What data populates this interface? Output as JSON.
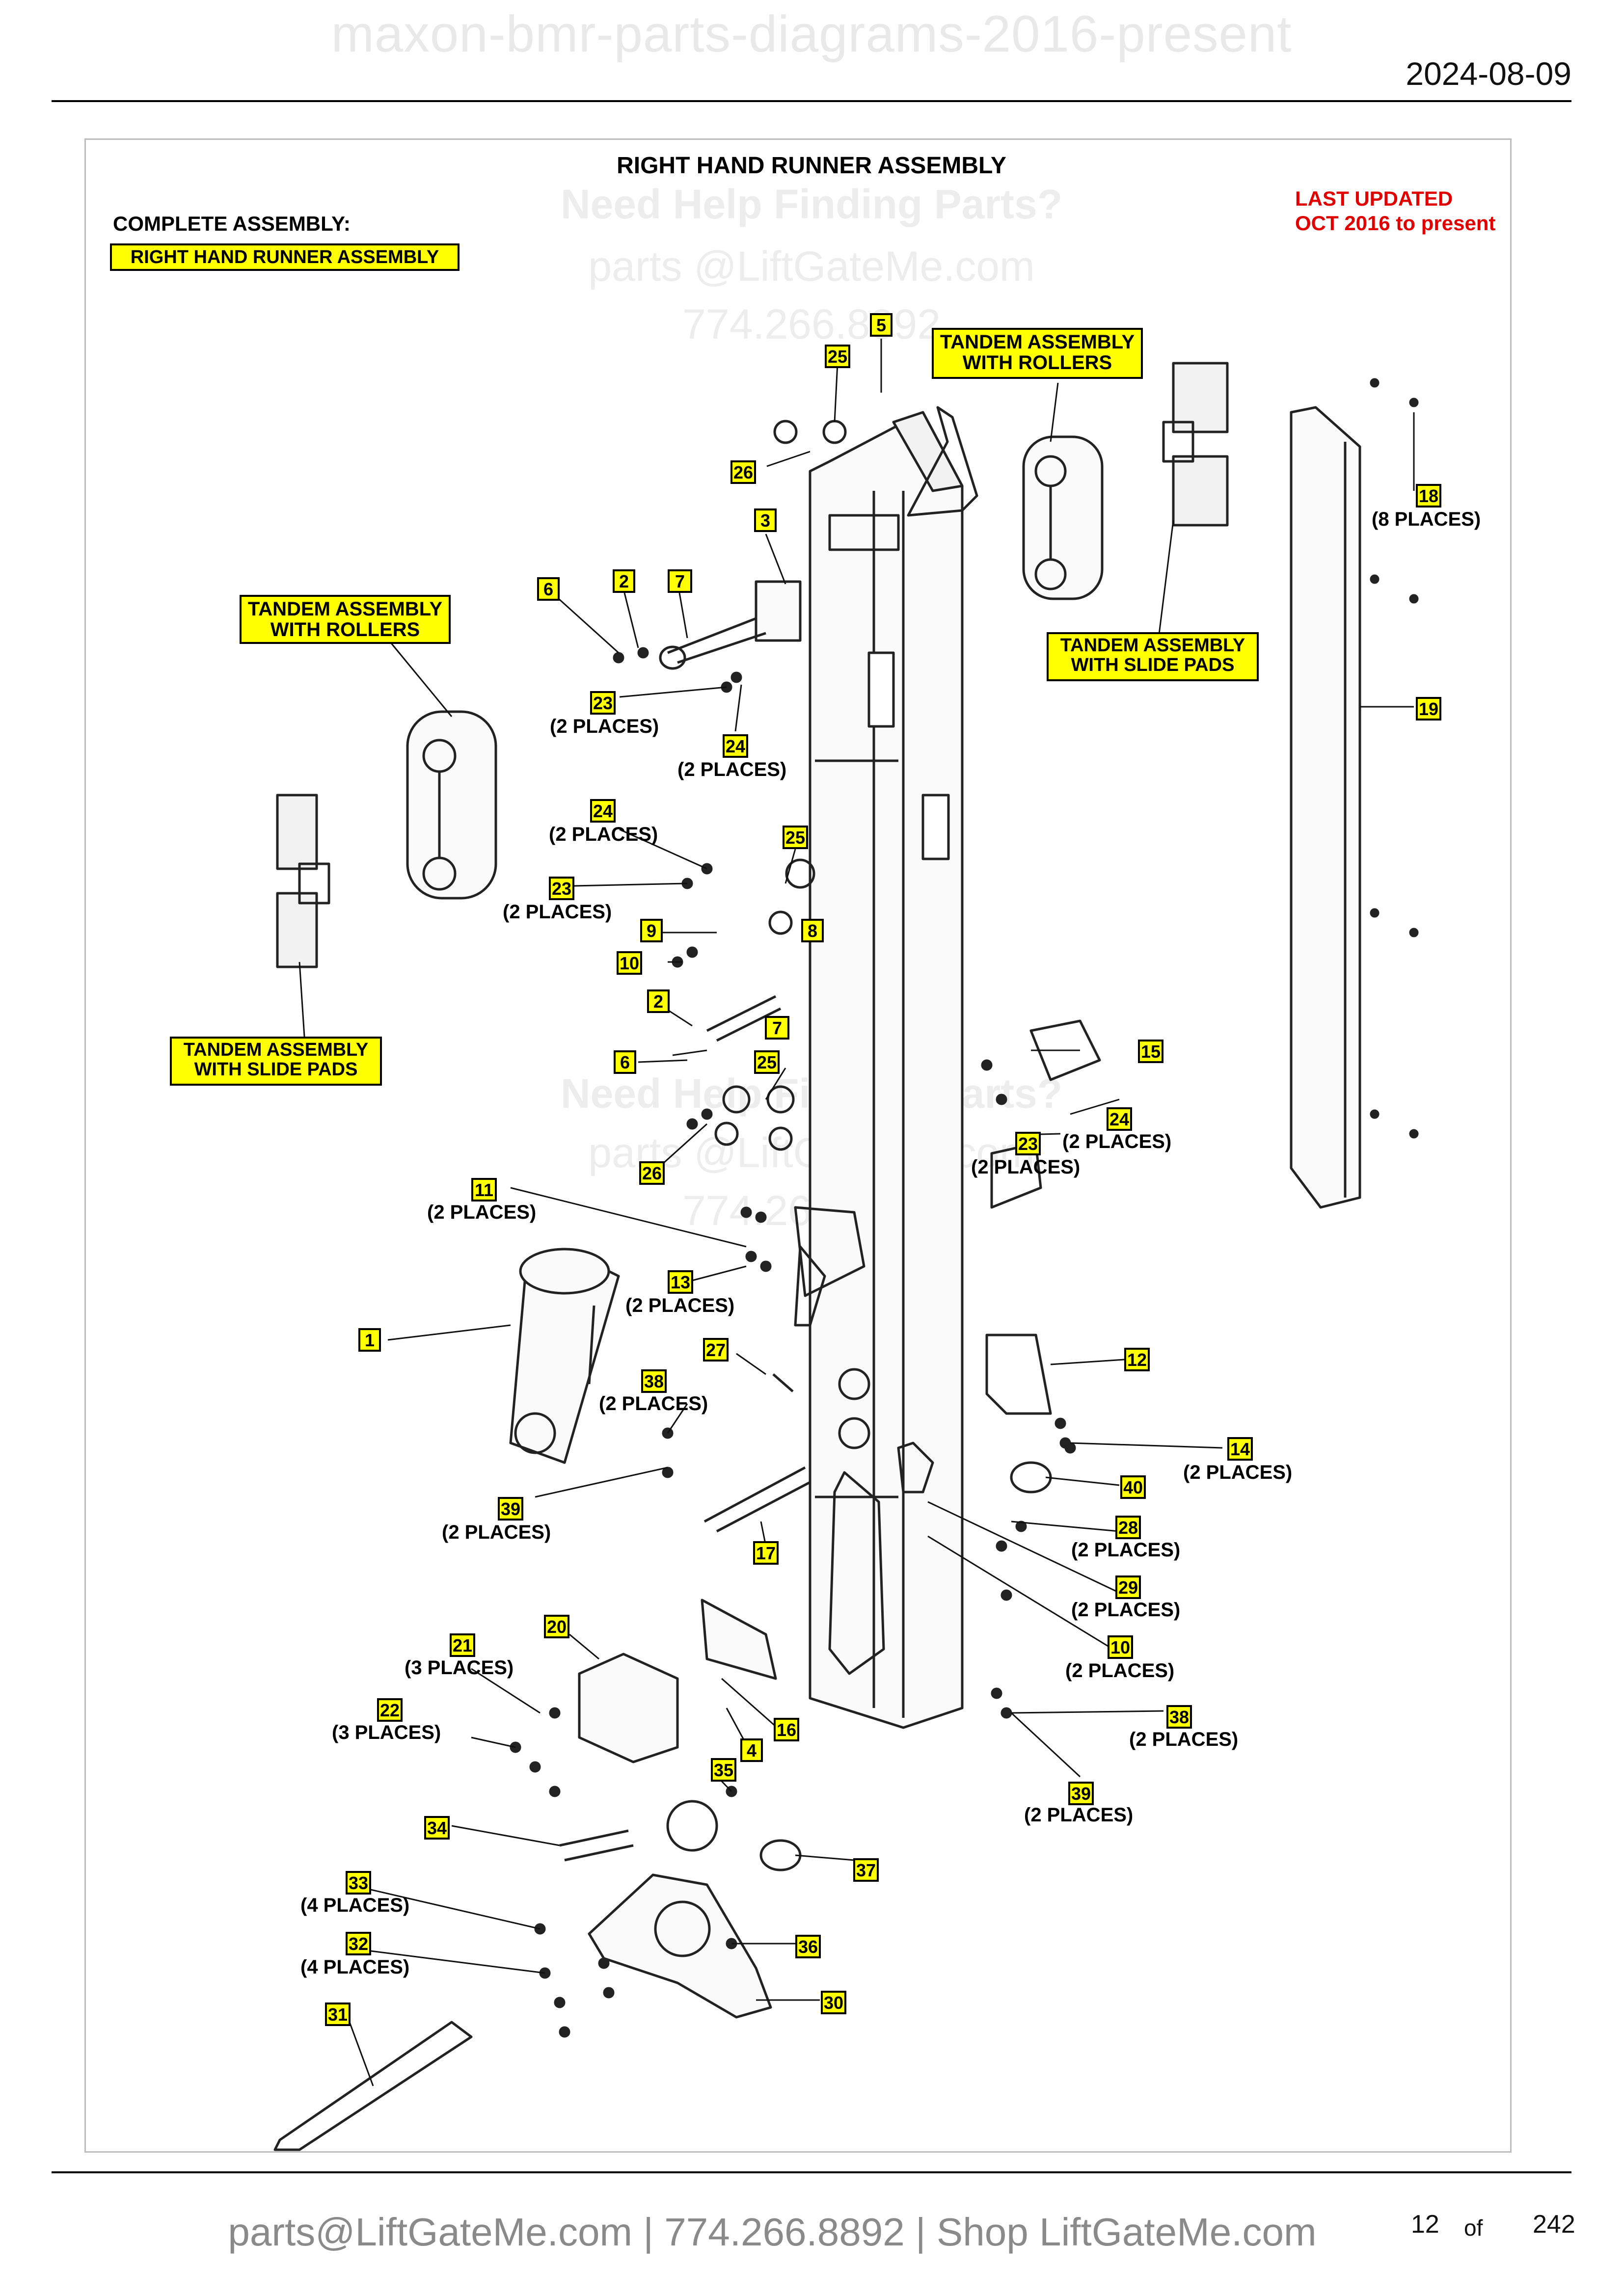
{
  "header": {
    "watermark": "maxon-bmr-parts-diagrams-2016-present",
    "date": "2024-08-09"
  },
  "sheet": {
    "title": "RIGHT HAND RUNNER ASSEMBLY",
    "complete_assembly_label": "COMPLETE ASSEMBLY:",
    "complete_assembly_value": "RIGHT HAND RUNNER ASSEMBLY",
    "last_updated_line1": "LAST UPDATED",
    "last_updated_line2": "OCT 2016 to present",
    "watermark_help": "Need Help Finding Parts?",
    "watermark_email": "parts @LiftGateMe.com",
    "watermark_phone": "774.266.8892"
  },
  "assemblies": {
    "tandem_rollers_line1": "TANDEM ASSEMBLY",
    "tandem_rollers_line2": "WITH ROLLERS",
    "tandem_pads_line1": "TANDEM ASSEMBLY",
    "tandem_pads_line2": "WITH SLIDE PADS"
  },
  "callouts": [
    {
      "num": "5"
    },
    {
      "num": "25"
    },
    {
      "num": "26"
    },
    {
      "num": "3"
    },
    {
      "num": "6"
    },
    {
      "num": "2"
    },
    {
      "num": "7"
    },
    {
      "num": "23",
      "places": "(2 PLACES)"
    },
    {
      "num": "24",
      "places": "(2 PLACES)"
    },
    {
      "num": "24",
      "places": "(2 PLACES)"
    },
    {
      "num": "25"
    },
    {
      "num": "23",
      "places": "(2 PLACES)"
    },
    {
      "num": "9"
    },
    {
      "num": "8"
    },
    {
      "num": "10"
    },
    {
      "num": "2"
    },
    {
      "num": "7"
    },
    {
      "num": "6"
    },
    {
      "num": "25"
    },
    {
      "num": "26"
    },
    {
      "num": "15"
    },
    {
      "num": "24",
      "places": "(2 PLACES)"
    },
    {
      "num": "23",
      "places": "(2 PLACES)"
    },
    {
      "num": "18",
      "places": "(8 PLACES)"
    },
    {
      "num": "19"
    },
    {
      "num": "11",
      "places": "(2 PLACES)"
    },
    {
      "num": "13",
      "places": "(2 PLACES)"
    },
    {
      "num": "1"
    },
    {
      "num": "27"
    },
    {
      "num": "12"
    },
    {
      "num": "38",
      "places": "(2 PLACES)"
    },
    {
      "num": "14",
      "places": "(2 PLACES)"
    },
    {
      "num": "40"
    },
    {
      "num": "39",
      "places": "(2 PLACES)"
    },
    {
      "num": "28",
      "places": "(2 PLACES)"
    },
    {
      "num": "17"
    },
    {
      "num": "29",
      "places": "(2 PLACES)"
    },
    {
      "num": "10",
      "places": "(2 PLACES)"
    },
    {
      "num": "21",
      "places": "(3 PLACES)"
    },
    {
      "num": "20"
    },
    {
      "num": "22",
      "places": "(3 PLACES)"
    },
    {
      "num": "38",
      "places": "(2 PLACES)"
    },
    {
      "num": "16"
    },
    {
      "num": "4"
    },
    {
      "num": "35"
    },
    {
      "num": "39",
      "places": "(2 PLACES)"
    },
    {
      "num": "34"
    },
    {
      "num": "37"
    },
    {
      "num": "33",
      "places": "(4 PLACES)"
    },
    {
      "num": "36"
    },
    {
      "num": "32",
      "places": "(4 PLACES)"
    },
    {
      "num": "30"
    },
    {
      "num": "31"
    }
  ],
  "footer": {
    "contact": "parts@LiftGateMe.com | 774.266.8892 | Shop LiftGateMe.com",
    "page": "12",
    "of": "of",
    "total": "242"
  }
}
